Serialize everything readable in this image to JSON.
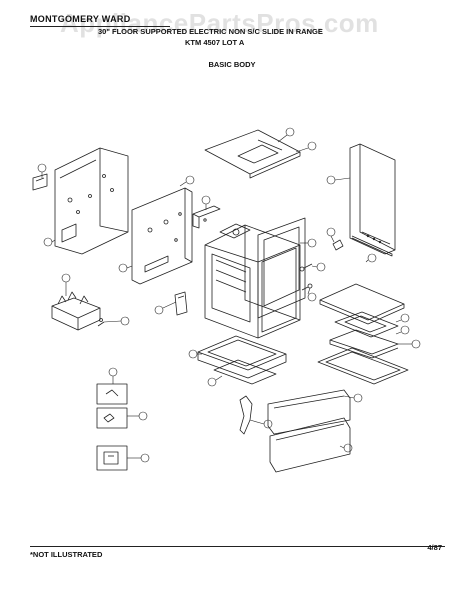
{
  "header": {
    "brand": "MONTGOMERY WARD",
    "title_line1": "30\" FLOOR SUPPORTED ELECTRIC NON S/C SLIDE IN RANGE",
    "title_line2": "KTM 4507 LOT A",
    "section": "BASIC BODY"
  },
  "watermark": "AppliancePartsPros.com",
  "footer": {
    "footnote": "*NOT ILLUSTRATED",
    "date": "4/87"
  }
}
